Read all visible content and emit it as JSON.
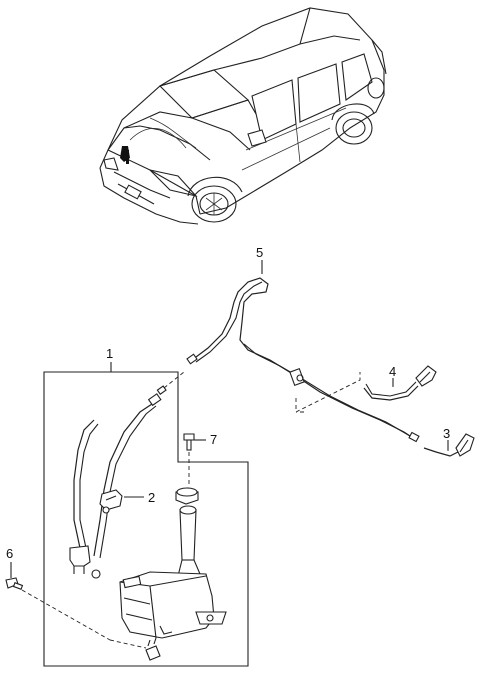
{
  "callouts": [
    {
      "id": "1",
      "label": "1"
    },
    {
      "id": "2",
      "label": "2"
    },
    {
      "id": "3",
      "label": "3"
    },
    {
      "id": "4",
      "label": "4"
    },
    {
      "id": "5",
      "label": "5"
    },
    {
      "id": "6",
      "label": "6"
    },
    {
      "id": "7",
      "label": "7"
    }
  ],
  "icons": {
    "vehicle": "vehicle-illustration-icon",
    "reservoir": "washer-reservoir-icon",
    "pump": "washer-pump-icon",
    "nozzle": "washer-nozzle-icon",
    "hose": "washer-hose-icon",
    "bolt": "bolt-icon"
  }
}
